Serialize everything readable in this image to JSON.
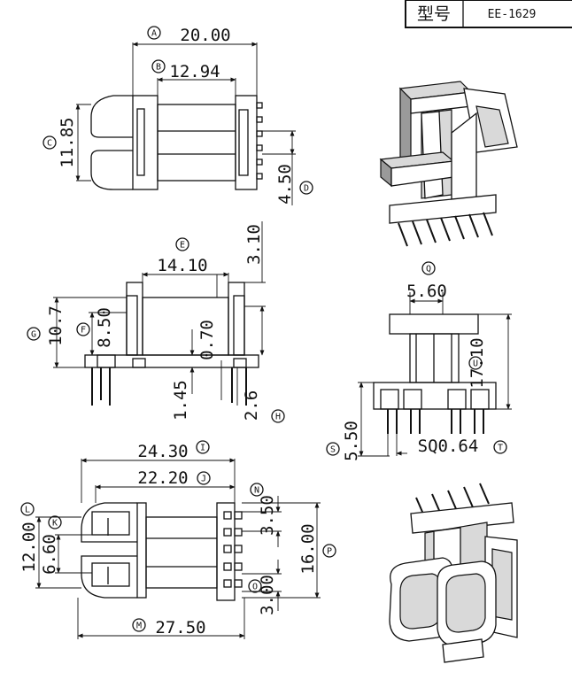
{
  "title_block": {
    "label": "型号",
    "model": "EE-1629"
  },
  "dimensions": {
    "A": "20.00",
    "B": "12.94",
    "C": "11.85",
    "D": "4.50",
    "E": "14.10",
    "E2": "3.10",
    "F": "8.50",
    "G": "10.7",
    "F2": "0.70",
    "F3": "1.45",
    "H": "2.6",
    "Q": "5.60",
    "U": "17.10",
    "S": "5.50",
    "T": "SQ0.64",
    "I": "24.30",
    "J": "22.20",
    "N": "3.50",
    "L": "12.00",
    "K": "6.60",
    "P": "16.00",
    "O": "3.00",
    "M": "27.50"
  },
  "markers": [
    "A",
    "B",
    "C",
    "D",
    "E",
    "F",
    "G",
    "H",
    "I",
    "J",
    "K",
    "L",
    "M",
    "N",
    "O",
    "P",
    "Q",
    "S",
    "T",
    "U"
  ]
}
